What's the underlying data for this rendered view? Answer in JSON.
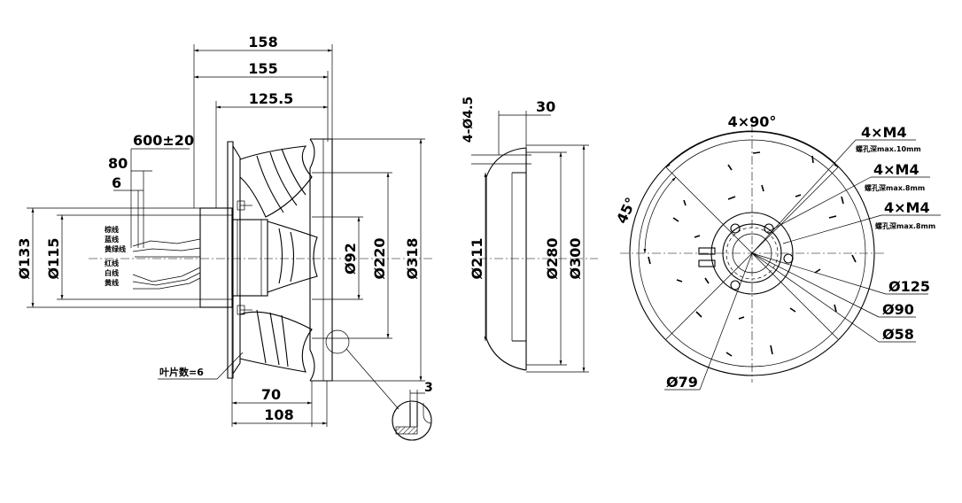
{
  "side_view": {
    "dim_158": "158",
    "dim_155": "155",
    "dim_125_5": "125.5",
    "dim_cable": "600±20",
    "dim_80": "80",
    "dim_6": "6",
    "dim_d133": "Ø133",
    "dim_d115": "Ø115",
    "dim_d92": "Ø92",
    "dim_d220": "Ø220",
    "dim_d318": "Ø318",
    "dim_70": "70",
    "dim_108": "108",
    "blade_count": "叶片数=6",
    "wire_top_1": "棕线",
    "wire_top_2": "蓝线",
    "wire_top_3": "黄绿线",
    "wire_bot_1": "红线",
    "wire_bot_2": "白线",
    "wire_bot_3": "黄线",
    "detail_3": "3"
  },
  "ring_view": {
    "dim_holes": "4-Ø4.5",
    "dim_30": "30",
    "dim_d211": "Ø211",
    "dim_d280": "Ø280",
    "dim_d300": "Ø300"
  },
  "front_view": {
    "angle_90": "4×90°",
    "angle_45": "45°",
    "thread_1": "4×M4",
    "thread_1_note": "螺孔深max.10mm",
    "thread_2": "4×M4",
    "thread_2_note": "螺孔深max.8mm",
    "thread_3": "4×M4",
    "thread_3_note": "螺孔深max.8mm",
    "dim_d125": "Ø125",
    "dim_d90": "Ø90",
    "dim_d58": "Ø58",
    "dim_d79": "Ø79"
  }
}
